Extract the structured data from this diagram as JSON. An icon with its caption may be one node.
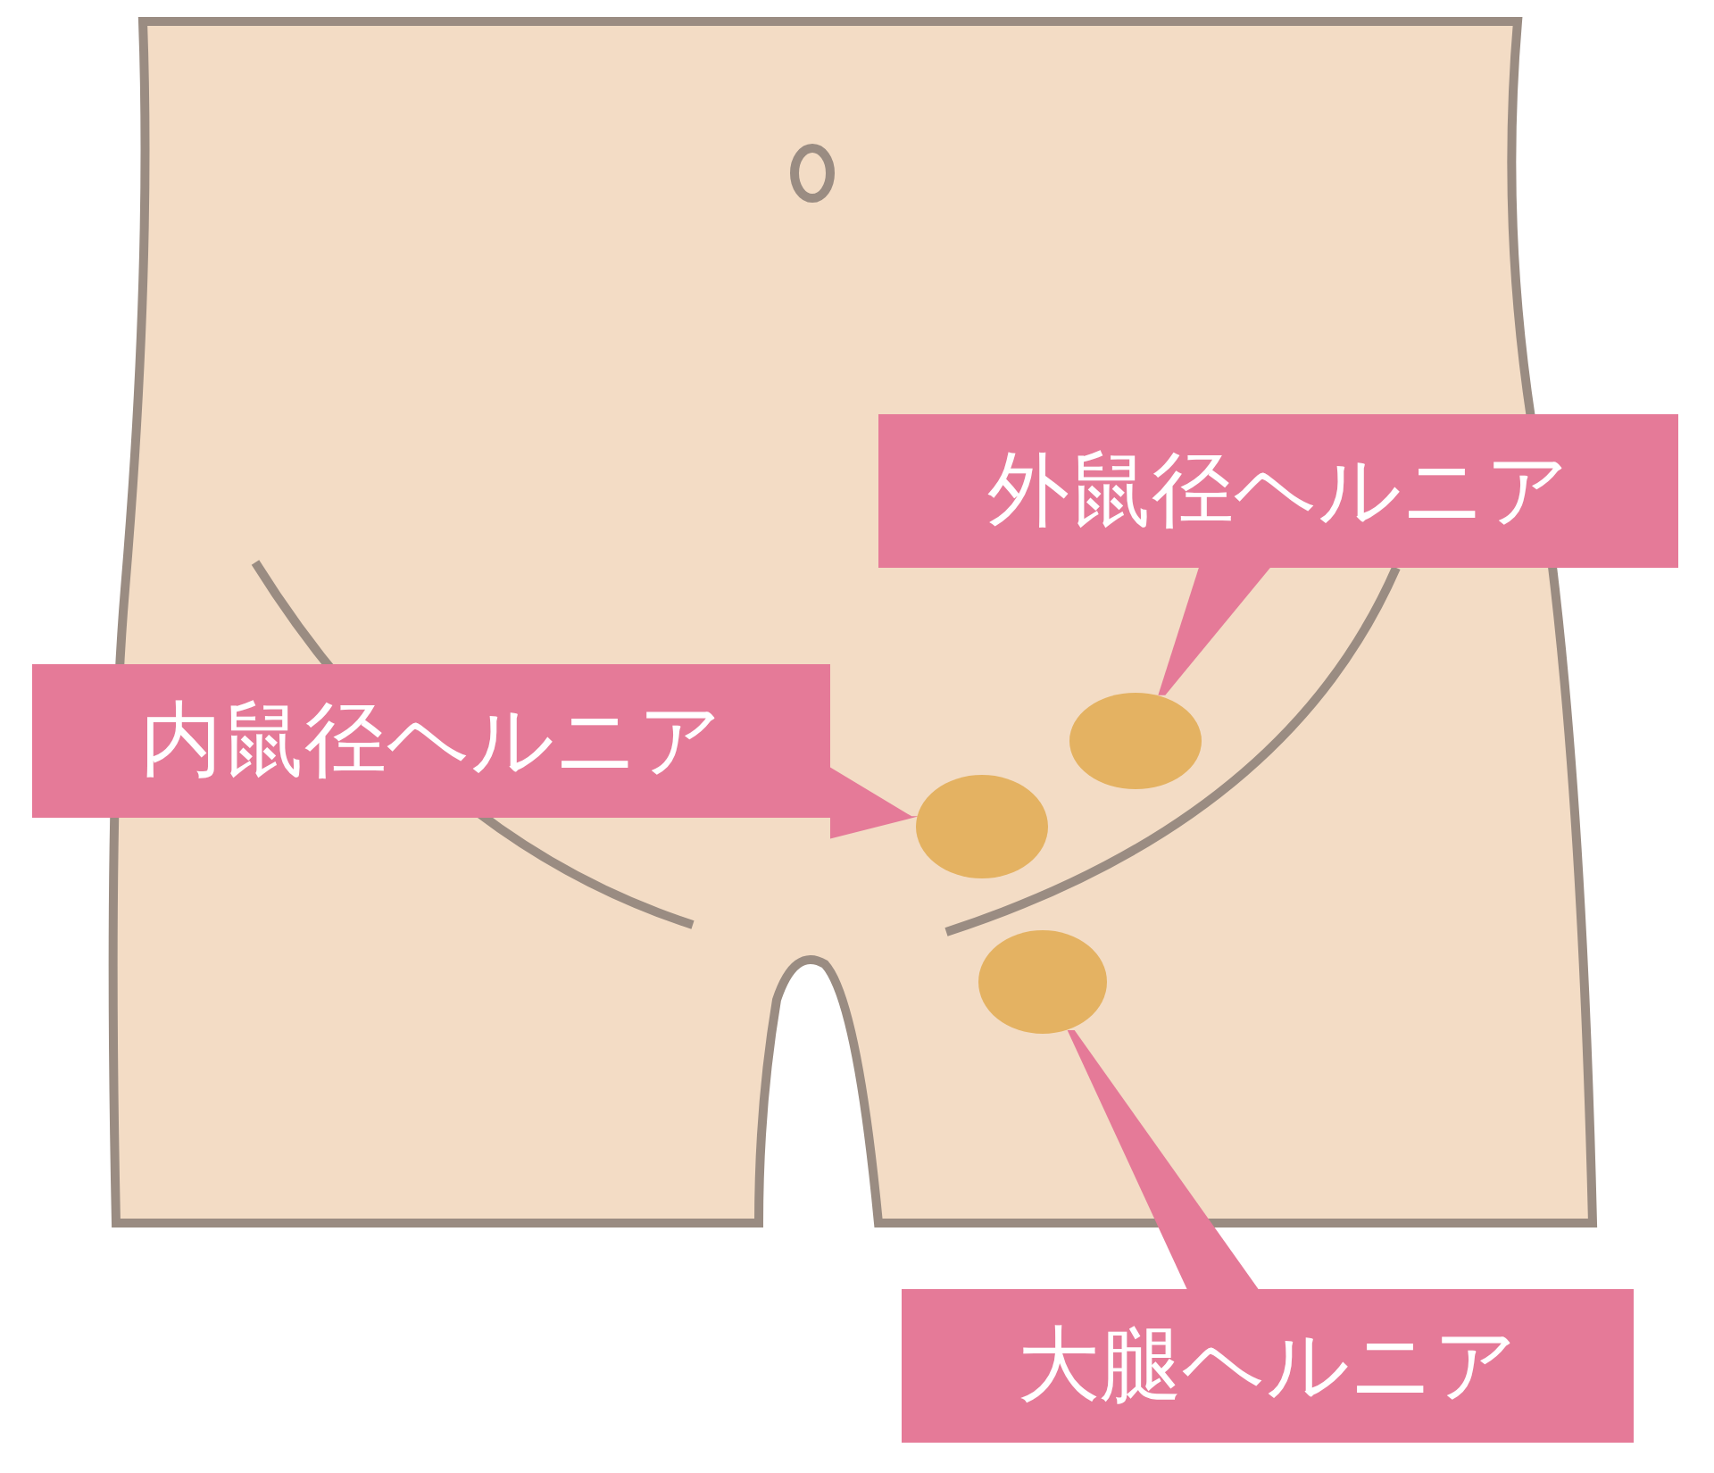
{
  "diagram": {
    "nodes": [
      {
        "text": [
          "外鼠径ヘルニア"
        ]
      },
      {
        "text": [
          "内鼠径ヘルニア"
        ]
      },
      {
        "text": [],
        "shape": "circle"
      },
      {
        "text": [],
        "shape": "circle"
      },
      {
        "text": [],
        "shape": "circle"
      },
      {
        "text": [
          "大腿ヘルニア"
        ]
      }
    ],
    "edges": [
      {
        "from": 0,
        "to": 2,
        "arrow": "none"
      },
      {
        "from": 1,
        "to": 3,
        "arrow": "none"
      },
      {
        "from": 5,
        "to": 4,
        "arrow": "none"
      }
    ]
  }
}
